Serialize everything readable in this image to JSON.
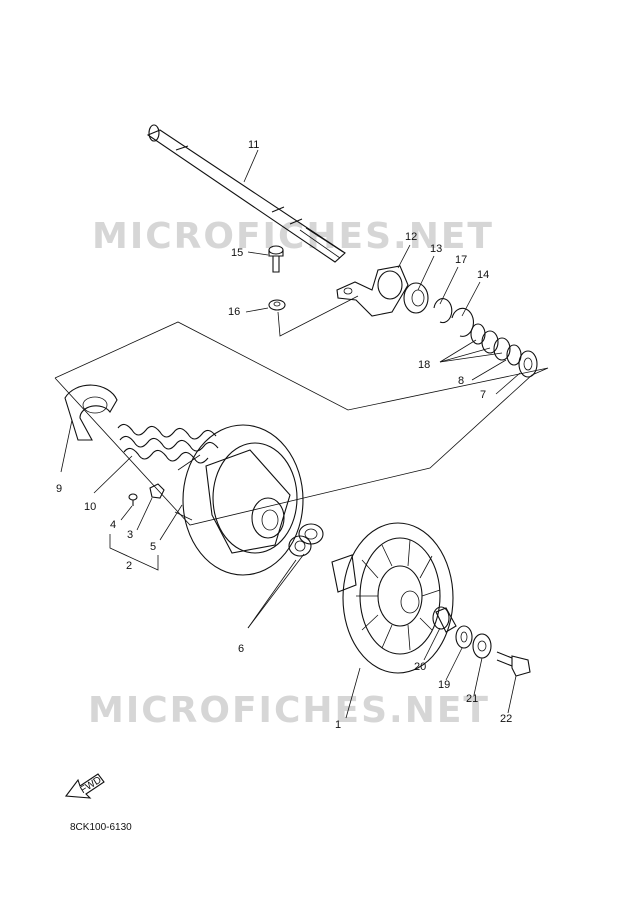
{
  "watermark_text": "MICROFICHES.NET",
  "reference_code": "8CK100-6130",
  "fwd_label": "FWD",
  "callouts": {
    "c1": "1",
    "c2": "2",
    "c3": "3",
    "c4": "4",
    "c5": "5",
    "c6": "6",
    "c7": "7",
    "c8": "8",
    "c9": "9",
    "c10": "10",
    "c11": "11",
    "c12": "12",
    "c13": "13",
    "c14": "14",
    "c15": "15",
    "c16": "16",
    "c17": "17",
    "c18": "18",
    "c19": "19",
    "c20": "20",
    "c21": "21",
    "c22": "22"
  }
}
